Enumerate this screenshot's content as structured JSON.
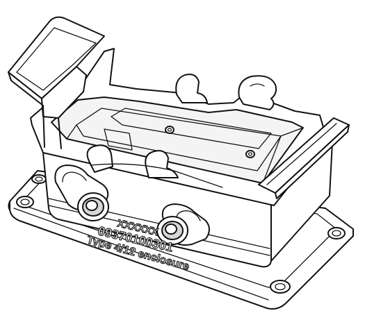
{
  "part_marking": {
    "line1": "XXXXXX",
    "line2": "09370100301",
    "line3": "Type 4/12 enclosure"
  }
}
